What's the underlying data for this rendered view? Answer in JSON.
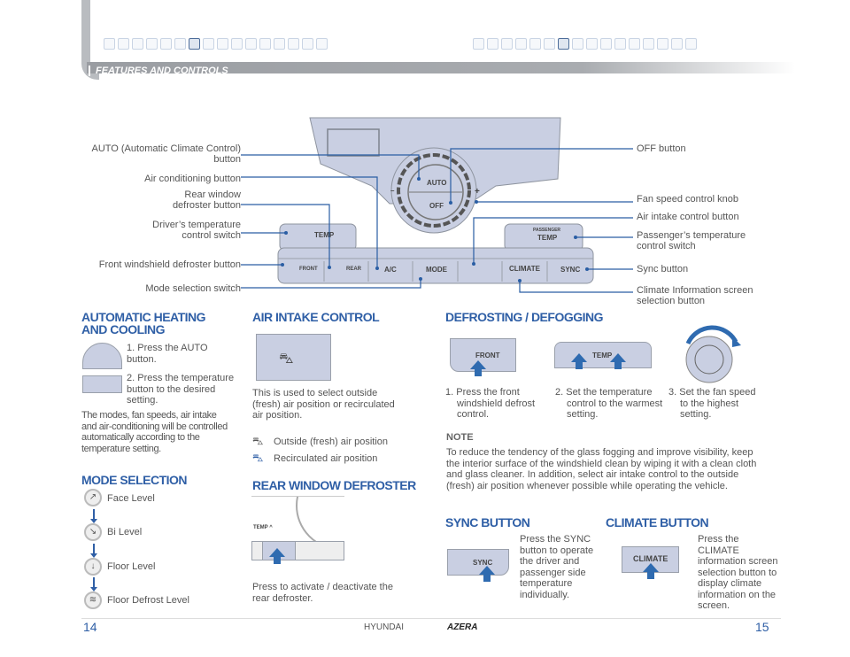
{
  "header": {
    "section": "FEATURES AND CONTROLS"
  },
  "diagram": {
    "left_labels": [
      "AUTO (Automatic Climate Control) button",
      "Air conditioning button",
      "Rear window defroster button",
      "Driver’s temperature control switch",
      "Front windshield defroster button",
      "Mode selection switch"
    ],
    "right_labels": [
      "OFF button",
      "Fan speed control knob",
      "Air intake control button",
      "Passenger’s temperature control switch",
      "Sync button",
      "Climate Information screen selection button"
    ],
    "panel_text": {
      "auto": "AUTO",
      "off": "OFF",
      "temp": "TEMP",
      "passenger": "PASSENGER",
      "front": "FRONT",
      "rear": "REAR",
      "ac": "A/C",
      "mode": "MODE",
      "climate": "CLIMATE",
      "sync": "SYNC",
      "minus": "–",
      "plus": "+"
    }
  },
  "auto": {
    "heading": "AUTOMATIC HEATING AND COOLING",
    "step1": "1. Press the AUTO button.",
    "step2": "2. Press the temperature button to the desired setting.",
    "body": "The modes, fan speeds, air intake and air-conditioning will be controlled automatically according to the temperature setting."
  },
  "mode": {
    "heading": "MODE SELECTION",
    "items": [
      "Face Level",
      "Bi Level",
      "Floor Level",
      "Floor Defrost Level"
    ]
  },
  "intake": {
    "heading": "AIR INTAKE CONTROL",
    "body": "This is used to select outside (fresh) air position or recirculated air position.",
    "items": [
      "Outside (fresh) air position",
      "Recirculated air position"
    ]
  },
  "rear": {
    "heading": "REAR WINDOW DEFROSTER",
    "body": "Press to activate / deactivate the rear defroster."
  },
  "defrost": {
    "heading": "DEFROSTING / DEFOGGING",
    "steps": [
      "1. Press the front windshield defrost control.",
      "2. Set the temperature control to the warmest setting.",
      "3. Set the fan speed to the highest setting."
    ]
  },
  "note": {
    "title": "NOTE",
    "body": "To reduce the tendency of the glass fogging and improve visibility, keep the interior surface of the windshield clean by wiping it with a clean cloth and glass cleaner. In addition, select air intake control to the outside (fresh) air position whenever possible while operating the vehicle."
  },
  "sync": {
    "heading": "SYNC BUTTON",
    "body": "Press the SYNC button to operate the driver and passenger side temperature individually."
  },
  "climate": {
    "heading": "CLIMATE BUTTON",
    "body": "Press the CLIMATE information screen selection button to display climate information on the screen."
  },
  "footer": {
    "page_left": "14",
    "brand": "HYUNDAI",
    "model": "AZERA",
    "page_right": "15"
  },
  "colors": {
    "accent": "#2f5fa6",
    "panel": "#c9cfe2"
  }
}
